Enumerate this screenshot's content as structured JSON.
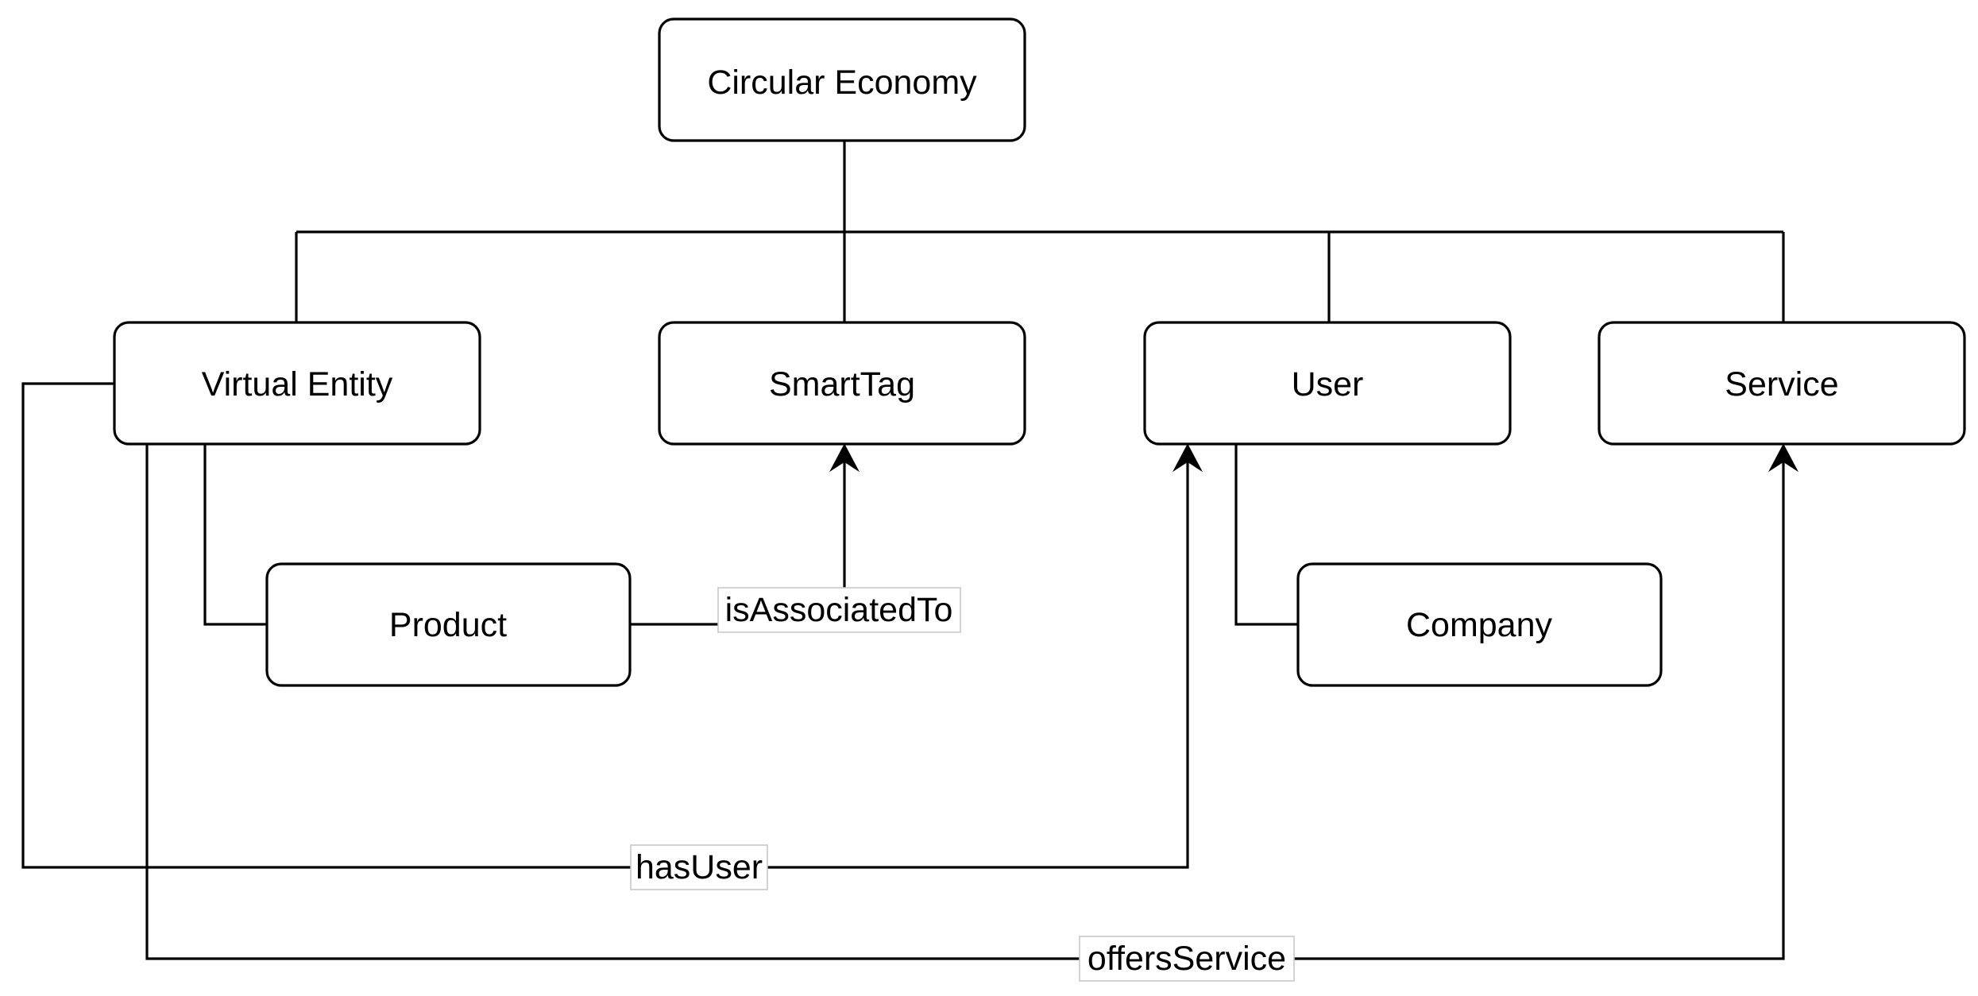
{
  "nodes": {
    "circular_economy": "Circular Economy",
    "virtual_entity": "Virtual Entity",
    "smarttag": "SmartTag",
    "user": "User",
    "service": "Service",
    "product": "Product",
    "company": "Company"
  },
  "relations": {
    "is_associated_to": "isAssociatedTo",
    "has_user": "hasUser",
    "offers_service": "offersService"
  }
}
